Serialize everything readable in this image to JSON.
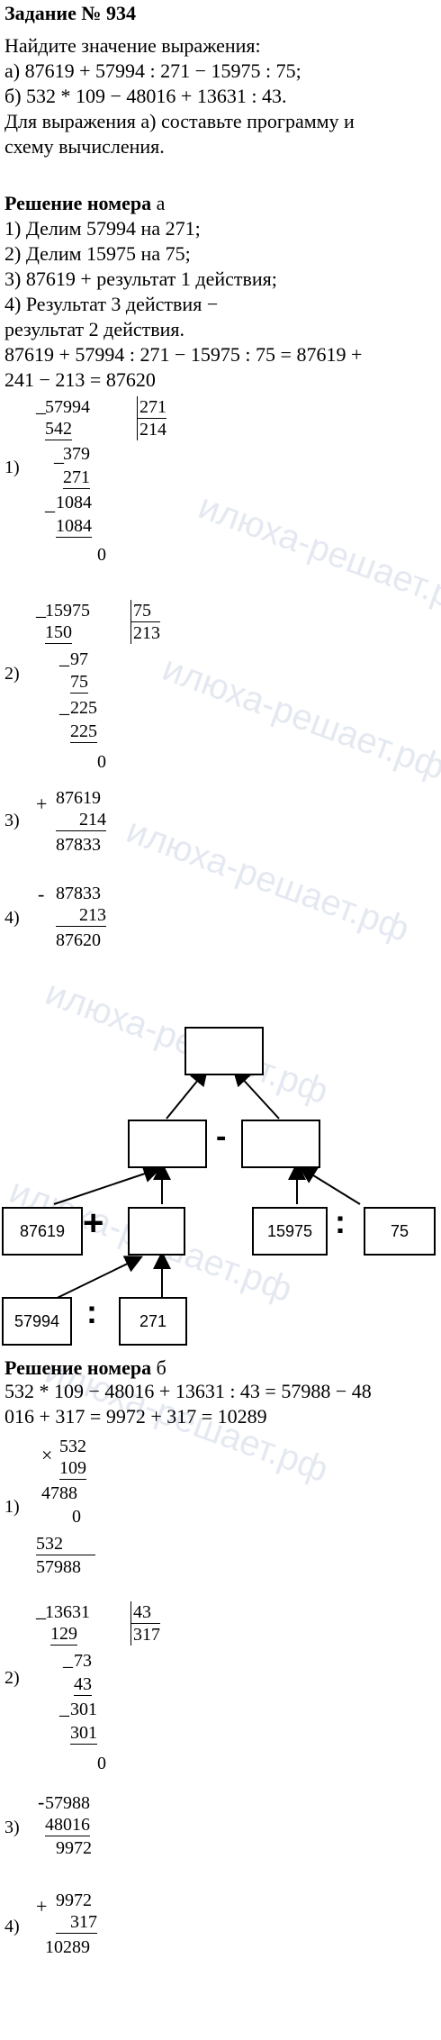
{
  "title": "Задание № 934",
  "task": [
    "Найдите значение выражения:",
    "а) 87619 + 57994 : 271 − 15975 : 75;",
    "б) 532 * 109 − 48016 + 13631 : 43.",
    "Для выражения а) составьте программу и",
    "схему вычисления."
  ],
  "partA": {
    "heading_bold": "Решение номера",
    "heading_letter": "а",
    "steps": [
      "1) Делим 57994 на 271;",
      "2) Делим 15975 на 75;",
      "3) 87619 + результат 1 действия;",
      "4) Результат 3 действия −",
      "результат 2 действия.",
      "87619 + 57994 : 271 − 15975 : 75 = 87619 +",
      "241 − 213 = 87620"
    ],
    "calc1": {
      "label": "1)",
      "dividend": "57994",
      "divisor": "271",
      "quotient": "214",
      "r1": "542",
      "r2": "379",
      "r3": "271",
      "r4": "1084",
      "r5": "1084",
      "r6": "0"
    },
    "calc2": {
      "label": "2)",
      "dividend": "15975",
      "divisor": "75",
      "quotient": "213",
      "r1": "150",
      "r2": "97",
      "r3": "75",
      "r4": "225",
      "r5": "225",
      "r6": "0"
    },
    "calc3": {
      "label": "3)",
      "a": "87619",
      "b": "214",
      "res": "87833"
    },
    "calc4": {
      "label": "4)",
      "a": "87833",
      "b": "213",
      "res": "87620"
    },
    "diagram": {
      "n1": "87619",
      "n2": "57994",
      "n3": "271",
      "n4": "15975",
      "n5": "75",
      "plus": "+",
      "minus": "-",
      "div1": ":",
      "div2": ":"
    }
  },
  "partB": {
    "heading_bold": "Решение номера",
    "heading_letter": "б",
    "expr1": "532 * 109 − 48016 + 13631 : 43 = 57988 − 48",
    "expr2": "016 + 317 = 9972 + 317 = 10289",
    "calc1": {
      "label": "1)",
      "a": "532",
      "b": "109",
      "p1": "4788",
      "p2": "0",
      "p3": "532",
      "res": "57988"
    },
    "calc2": {
      "label": "2)",
      "dividend": "13631",
      "divisor": "43",
      "quotient": "317",
      "r1": "129",
      "r2": "73",
      "r3": "43",
      "r4": "301",
      "r5": "301",
      "r6": "0"
    },
    "calc3": {
      "label": "3)",
      "a": "57988",
      "b": "48016",
      "res": "9972"
    },
    "calc4": {
      "label": "4)",
      "a": "9972",
      "b": "317",
      "res": "10289"
    }
  },
  "watermark": "илюха-решает.рф"
}
